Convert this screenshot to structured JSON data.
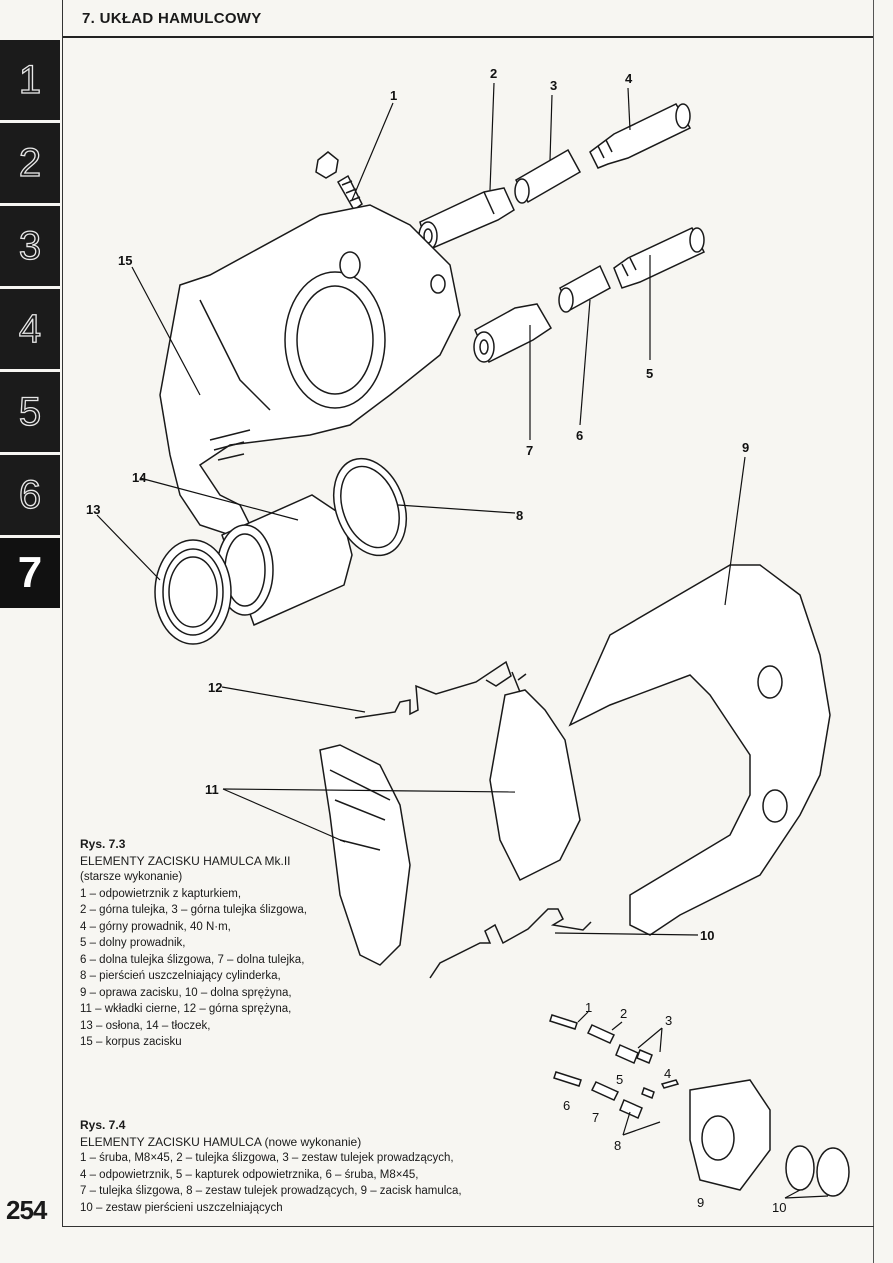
{
  "header": {
    "title": "7. UKŁAD HAMULCOWY"
  },
  "tabs": [
    "1",
    "2",
    "3",
    "4",
    "5",
    "6",
    "7"
  ],
  "active_tab": "7",
  "page_number": "254",
  "figure_73": {
    "id": "Rys. 7.3",
    "title": "ELEMENTY ZACISKU HAMULCA Mk.II",
    "subtitle": "(starsze wykonanie)",
    "legend": [
      "1 – odpowietrznik z kapturkiem,",
      "2 – górna tulejka, 3 – górna tulejka ślizgowa,",
      "4 – górny prowadnik, 40 N·m,",
      "5 – dolny prowadnik,",
      "6 – dolna tulejka ślizgowa, 7 – dolna tulejka,",
      "8 – pierścień uszczelniający cylinderka,",
      "9 – oprawa zacisku, 10 – dolna sprężyna,",
      "11 – wkładki cierne, 12 – górna sprężyna,",
      "13 – osłona, 14 – tłoczek,",
      "15 – korpus zacisku"
    ],
    "callouts": [
      "1",
      "2",
      "3",
      "4",
      "5",
      "6",
      "7",
      "8",
      "9",
      "10",
      "11",
      "12",
      "13",
      "14",
      "15"
    ]
  },
  "figure_74": {
    "id": "Rys. 7.4",
    "title": "ELEMENTY ZACISKU HAMULCA (nowe wykonanie)",
    "legend": [
      "1 – śruba, M8×45, 2 – tulejka ślizgowa, 3 – zestaw tulejek prowadzących,",
      "4 – odpowietrznik, 5 – kapturek odpowietrznika, 6 – śruba, M8×45,",
      "7 – tulejka ślizgowa, 8 – zestaw tulejek prowadzących, 9 – zacisk hamulca,",
      "10 – zestaw pierścieni uszczelniających"
    ],
    "callouts": [
      "1",
      "2",
      "3",
      "4",
      "5",
      "6",
      "7",
      "8",
      "9",
      "10"
    ]
  }
}
